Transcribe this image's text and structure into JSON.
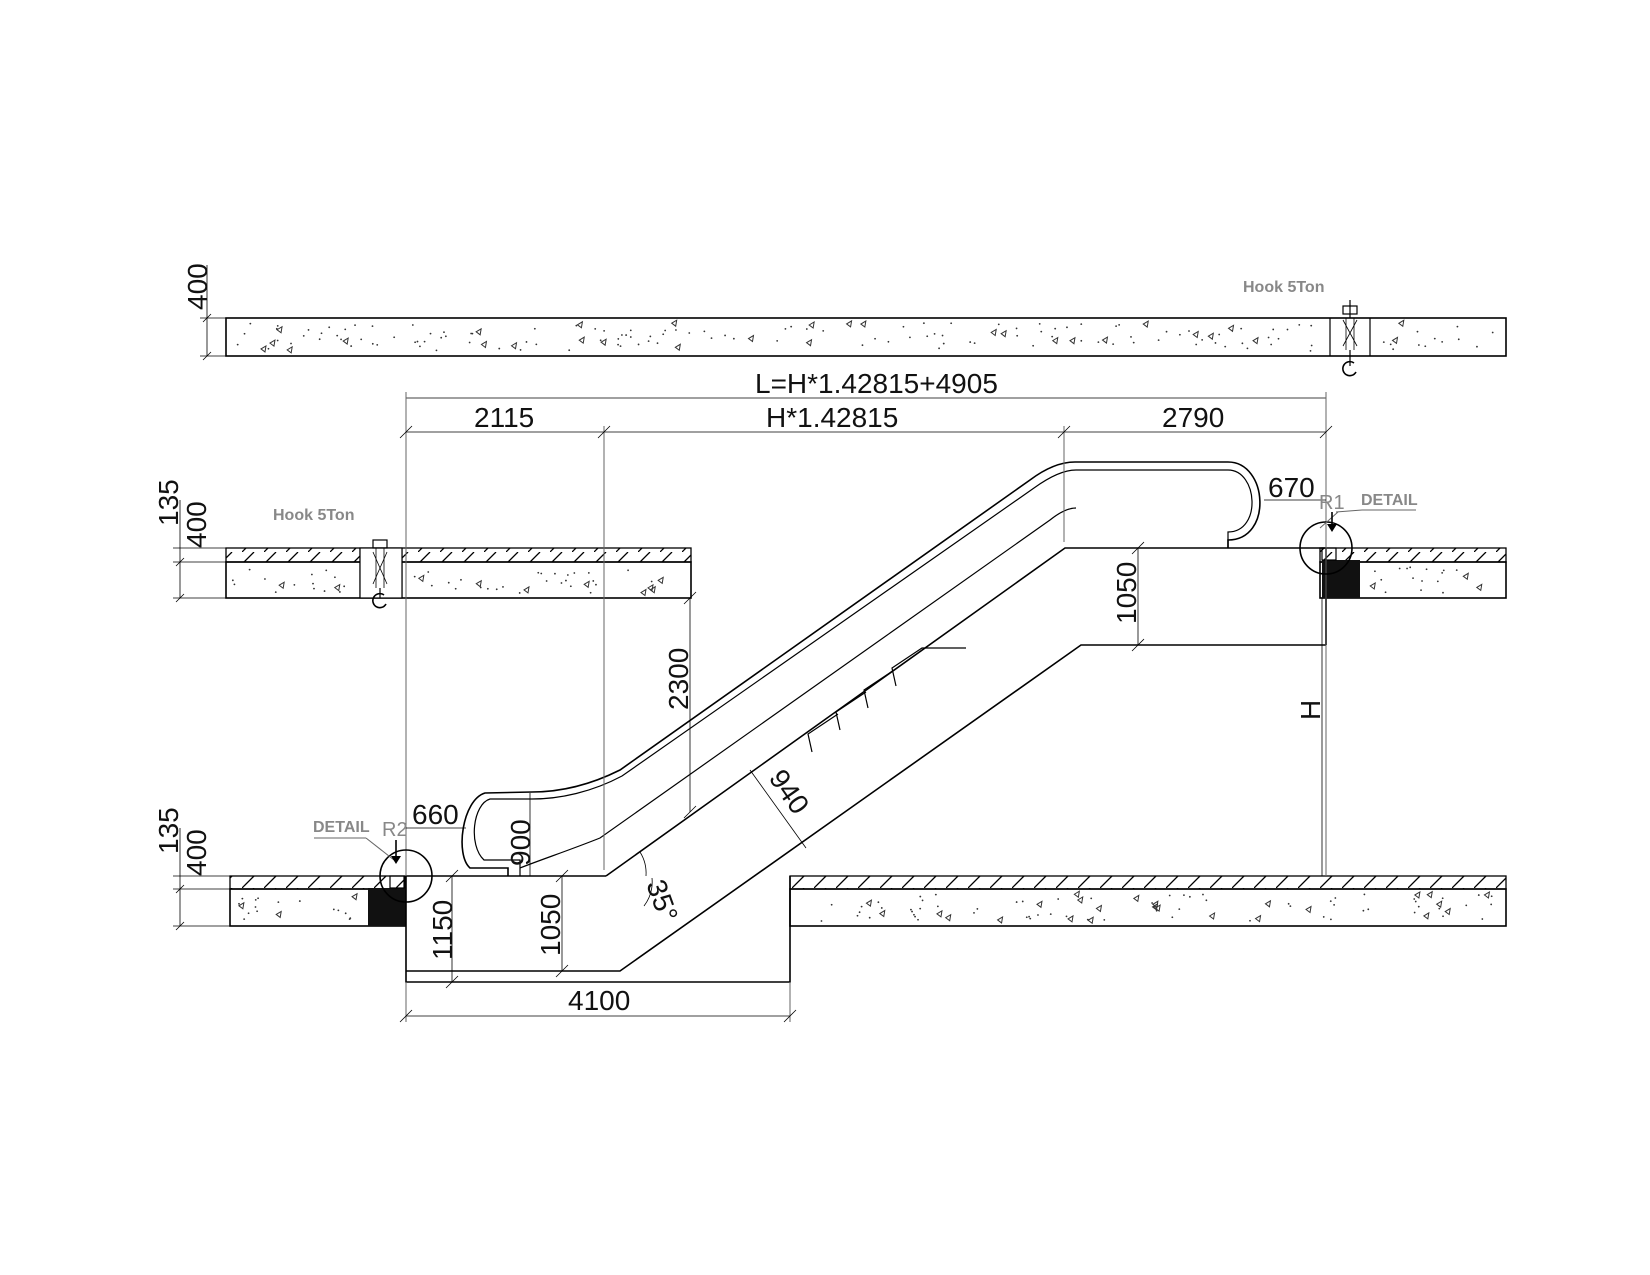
{
  "labels": {
    "total_length": "L=H*1.42815+4905",
    "lower_landing": "2115",
    "inclined": "H*1.42815",
    "upper_landing": "2790",
    "top_slab_thickness": "400",
    "upper_finish": "135",
    "upper_slab": "400",
    "lower_finish": "135",
    "lower_slab": "400",
    "hook_top": "Hook 5Ton",
    "hook_upper": "Hook 5Ton",
    "upper_handrail_offset": "670",
    "lower_handrail_offset": "660",
    "handrail_height": "900",
    "clearance": "2300",
    "upper_pit_depth": "1050",
    "lower_pit_depth": "1050",
    "lower_pit_total": "1150",
    "pit_length": "4100",
    "step_width": "940",
    "angle": "35°",
    "rise": "H",
    "detail_upper": "DETAIL",
    "detail_lower": "DETAIL",
    "ref_upper": "R1",
    "ref_lower": "R2"
  }
}
